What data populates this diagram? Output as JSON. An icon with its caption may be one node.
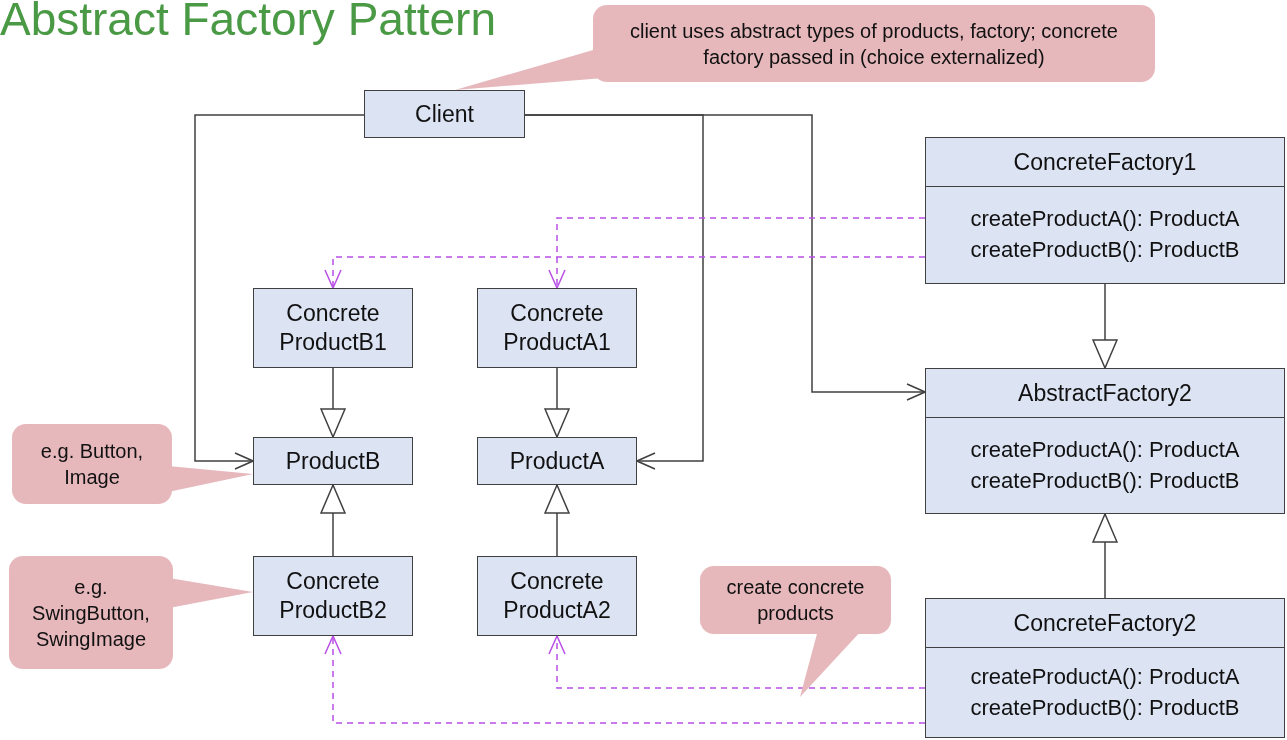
{
  "diagram": {
    "title": "Abstract Factory Pattern",
    "nodes": [
      {
        "text": [
          "client uses abstract types of products, factory; concrete factory passed in (choice externalized)"
        ]
      },
      {
        "text": [
          "Client"
        ]
      },
      {
        "text": [
          "ConcreteFactory1",
          "createProductA(): ProductA",
          "createProductB(): ProductB"
        ]
      },
      {
        "text": [
          "Concrete ProductB1"
        ]
      },
      {
        "text": [
          "Concrete ProductA1"
        ]
      },
      {
        "text": [
          "AbstractFactory2",
          "createProductA(): ProductA",
          "createProductB(): ProductB"
        ]
      },
      {
        "text": [
          "e.g. Button, Image"
        ]
      },
      {
        "text": [
          "ProductB"
        ]
      },
      {
        "text": [
          "ProductA"
        ]
      },
      {
        "text": [
          "e.g. SwingButton, SwingImage"
        ]
      },
      {
        "text": [
          "Concrete ProductB2"
        ]
      },
      {
        "text": [
          "Concrete ProductA2"
        ]
      },
      {
        "text": [
          "create concrete products"
        ]
      },
      {
        "text": [
          "ConcreteFactory2",
          "createProductA(): ProductA",
          "createProductB(): ProductB"
        ]
      }
    ],
    "edges": [
      {
        "from": 0,
        "to": 1,
        "arrow": "to",
        "color": "#e6b8bc"
      },
      {
        "from": 1,
        "to": 7,
        "arrow": "to"
      },
      {
        "from": 1,
        "to": 8,
        "arrow": "to"
      },
      {
        "from": 1,
        "to": 5,
        "arrow": "to"
      },
      {
        "from": 2,
        "to": 4,
        "arrow": "to",
        "style": "dashed",
        "color": "#b94fe6"
      },
      {
        "from": 2,
        "to": 3,
        "arrow": "to",
        "style": "dashed",
        "color": "#b94fe6"
      },
      {
        "from": 2,
        "to": 5,
        "arrow": "to"
      },
      {
        "from": 3,
        "to": 7,
        "arrow": "to"
      },
      {
        "from": 4,
        "to": 8,
        "arrow": "to"
      },
      {
        "from": 6,
        "to": 7,
        "arrow": "to",
        "color": "#e6b8bc"
      },
      {
        "from": 9,
        "to": 10,
        "arrow": "to",
        "color": "#e6b8bc"
      },
      {
        "from": 10,
        "to": 7,
        "arrow": "to"
      },
      {
        "from": 11,
        "to": 8,
        "arrow": "to"
      },
      {
        "from": 13,
        "to": 5,
        "arrow": "to"
      },
      {
        "from": 13,
        "to": 11,
        "arrow": "to",
        "style": "dashed",
        "color": "#b94fe6"
      },
      {
        "from": 13,
        "to": 10,
        "arrow": "to",
        "style": "dashed",
        "color": "#b94fe6"
      },
      {
        "from": 12,
        "to": null,
        "arrow": "to",
        "color": "#e6b8bc"
      }
    ]
  }
}
